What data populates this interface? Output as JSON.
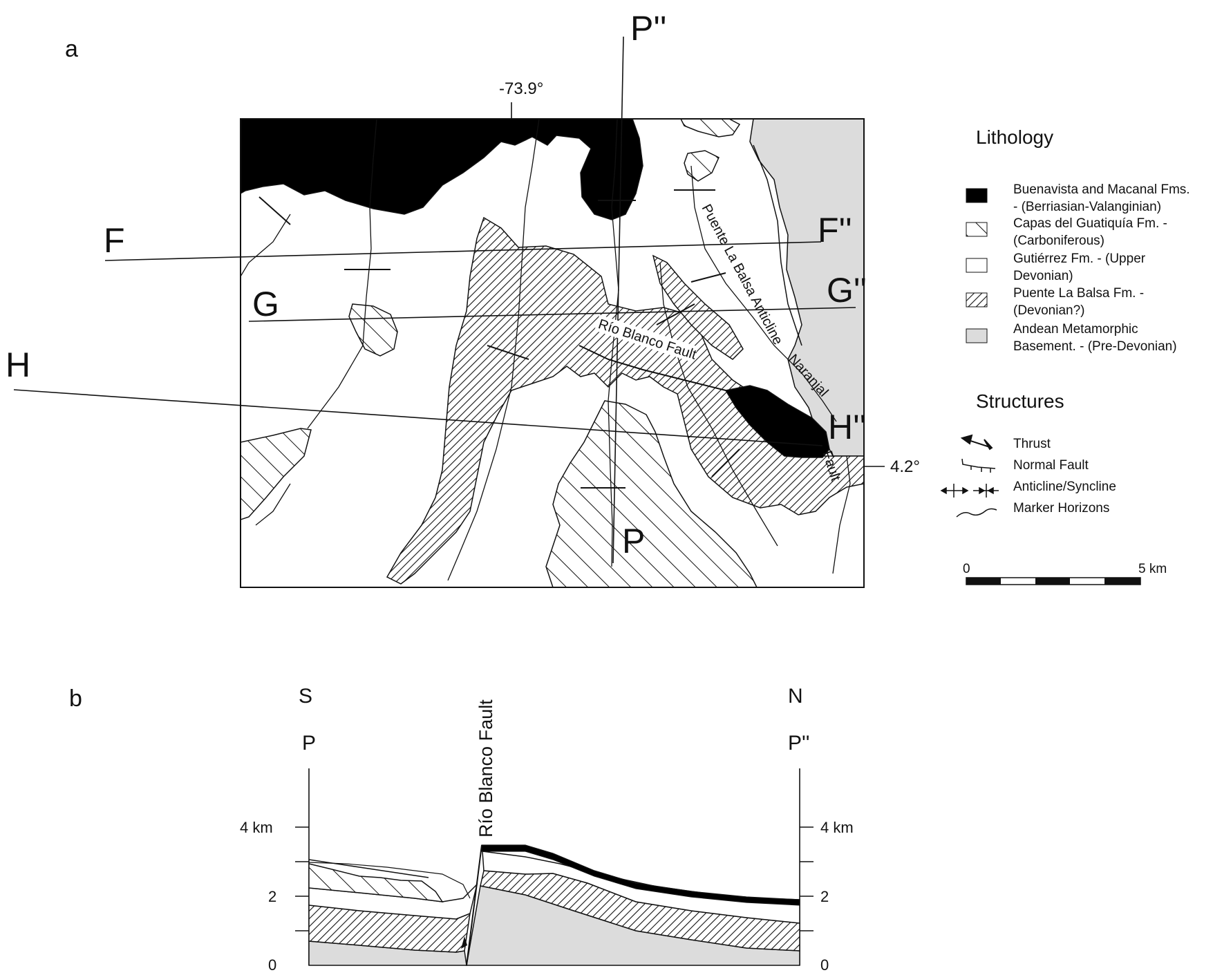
{
  "panels": {
    "a": "a",
    "b": "b"
  },
  "map": {
    "coords": {
      "lon": "-73.9°",
      "lat": "4.2°"
    },
    "section_labels": {
      "F": "F",
      "F2": "F''",
      "G": "G",
      "G2": "G''",
      "H": "H",
      "H2": "H''",
      "P": "P",
      "P2": "P''"
    },
    "feature_labels": {
      "rio_blanco": "Río Blanco Fault",
      "puente_la_balsa": "Puente La Balsa Anticline",
      "naranjal": "Naranjal",
      "fault": "Fault"
    }
  },
  "legend": {
    "lithology_title": "Lithology",
    "lithology": [
      {
        "line1": "Buenavista and Macanal Fms.",
        "line2": "- (Berriasian-Valanginian)",
        "fill": "#000000"
      },
      {
        "line1": "Capas del Guatiquía Fm. -",
        "line2": "(Carboniferous)",
        "fill": "wide-hatch"
      },
      {
        "line1": "Gutiérrez Fm. - (Upper",
        "line2": "Devonian)",
        "fill": "#ffffff"
      },
      {
        "line1": "Puente La Balsa Fm. -",
        "line2": "(Devonian?)",
        "fill": "dense-hatch"
      },
      {
        "line1": "Andean Metamorphic",
        "line2": "Basement. - (Pre-Devonian)",
        "fill": "#dcdcdc"
      }
    ],
    "structures_title": "Structures",
    "structures": [
      {
        "label": "Thrust",
        "icon": "thrust-icon"
      },
      {
        "label": "Normal Fault",
        "icon": "normal-fault-icon"
      },
      {
        "label": "Anticline/Syncline",
        "icon": "fold-icon"
      },
      {
        "label": "Marker Horizons",
        "icon": "marker-horizon-icon"
      }
    ],
    "scale": {
      "start": "0",
      "end": "5 km"
    }
  },
  "section": {
    "south": "S",
    "north": "N",
    "left_end": "P",
    "right_end": "P''",
    "fault_label": "Río Blanco Fault",
    "left_ticks": [
      "4 km",
      "2",
      "0"
    ],
    "right_ticks": [
      "4 km",
      "2",
      "0"
    ]
  }
}
